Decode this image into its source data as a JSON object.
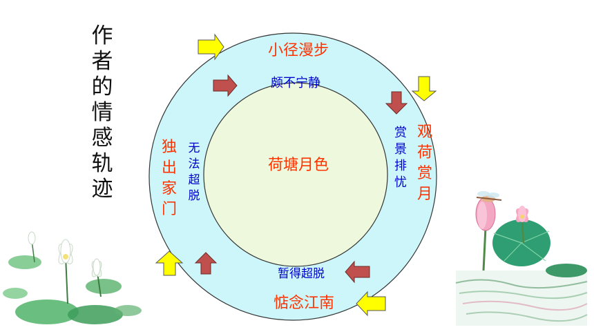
{
  "title_chars": [
    "作",
    "者",
    "的",
    "情",
    "感",
    "轨",
    "迹"
  ],
  "outer_labels": {
    "top": "小径漫步",
    "right": [
      "观",
      "荷",
      "赏",
      "月"
    ],
    "bottom": "惦念江南",
    "left": [
      "独",
      "出",
      "家",
      "门"
    ]
  },
  "inner_labels": {
    "top": "颇不宁静",
    "right": [
      "赏",
      "景",
      "排",
      "忧"
    ],
    "bottom": "暂得超脱",
    "left": [
      "无",
      "法",
      "超",
      "脱"
    ]
  },
  "center_label": "荷塘月色",
  "colors": {
    "outer_fill": "#ccf6fa",
    "inner_fill": "#eef8dc",
    "outer_text": "#ff3300",
    "inner_text": "#0000cc",
    "yellow_arrow": "#ffff00",
    "red_arrow": "#c0504d"
  },
  "icons": [
    "lotus-left-decoration",
    "lotus-right-decoration"
  ]
}
